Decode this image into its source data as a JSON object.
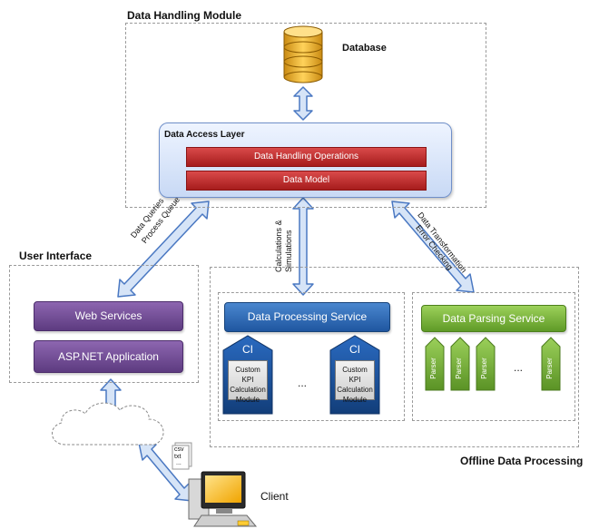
{
  "data_handling_module": {
    "title": "Data Handling Module",
    "database_label": "Database",
    "data_access_layer": {
      "title": "Data Access Layer",
      "operations_label": "Data Handling Operations",
      "model_label": "Data Model"
    }
  },
  "user_interface": {
    "title": "User Interface",
    "web_services_label": "Web Services",
    "aspnet_label": "ASP.NET Application"
  },
  "offline": {
    "title": "Offline Data Processing",
    "processing_service": {
      "title": "Data Processing Service",
      "ci_label": "CI",
      "module_label": "Custom KPI Calculation Module",
      "ellipsis": "..."
    },
    "parsing_service": {
      "title": "Data Parsing Service",
      "parser_label": "Parser",
      "ellipsis": "..."
    }
  },
  "arrows": {
    "queries_line1": "Data Queries",
    "queries_line2": "Process Queue",
    "calc_line1": "Calculations &",
    "calc_line2": "Simulations",
    "transform_line1": "Data Transformation",
    "transform_line2": "Error Checking"
  },
  "client": {
    "label": "Client",
    "file_types": [
      "csv",
      "txt",
      "..."
    ]
  },
  "colors": {
    "arrow_fill": "#d6e4f7",
    "arrow_stroke": "#4a78c2",
    "purple": "#6f4a94",
    "blue": "#2e6bb5",
    "green": "#7cb342",
    "red": "#b92424"
  }
}
